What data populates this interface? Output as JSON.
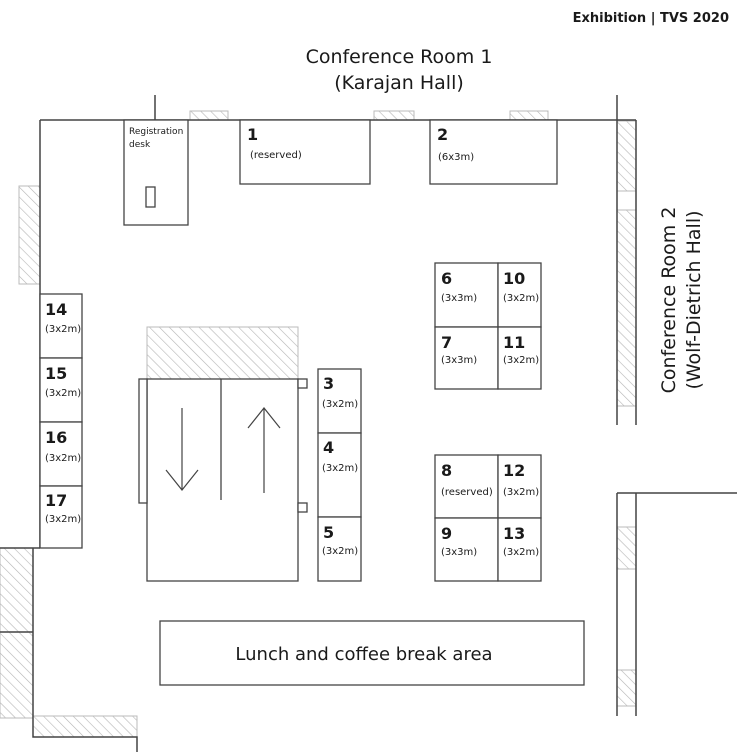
{
  "header": {
    "title": "Exhibition | TVS 2020"
  },
  "rooms": {
    "room1": {
      "line1": "Conference Room 1",
      "line2": "(Karajan Hall)"
    },
    "room2": {
      "line1": "Conference Room 2",
      "line2": "(Wolf-Dietrich Hall)"
    }
  },
  "registration": {
    "line1": "Registration",
    "line2": "desk"
  },
  "lunch_area": {
    "label": "Lunch and coffee break area"
  },
  "booths": {
    "b1": {
      "number": "1",
      "size": "(reserved)"
    },
    "b2": {
      "number": "2",
      "size": "(6x3m)"
    },
    "b3": {
      "number": "3",
      "size": "(3x2m)"
    },
    "b4": {
      "number": "4",
      "size": "(3x2m)"
    },
    "b5": {
      "number": "5",
      "size": "(3x2m)"
    },
    "b6": {
      "number": "6",
      "size": "(3x3m)"
    },
    "b7": {
      "number": "7",
      "size": "(3x3m)"
    },
    "b8": {
      "number": "8",
      "size": "(reserved)"
    },
    "b9": {
      "number": "9",
      "size": "(3x3m)"
    },
    "b10": {
      "number": "10",
      "size": "(3x2m)"
    },
    "b11": {
      "number": "11",
      "size": "(3x2m)"
    },
    "b12": {
      "number": "12",
      "size": "(3x2m)"
    },
    "b13": {
      "number": "13",
      "size": "(3x2m)"
    },
    "b14": {
      "number": "14",
      "size": "(3x2m)"
    },
    "b15": {
      "number": "15",
      "size": "(3x2m)"
    },
    "b16": {
      "number": "16",
      "size": "(3x2m)"
    },
    "b17": {
      "number": "17",
      "size": "(3x2m)"
    }
  }
}
